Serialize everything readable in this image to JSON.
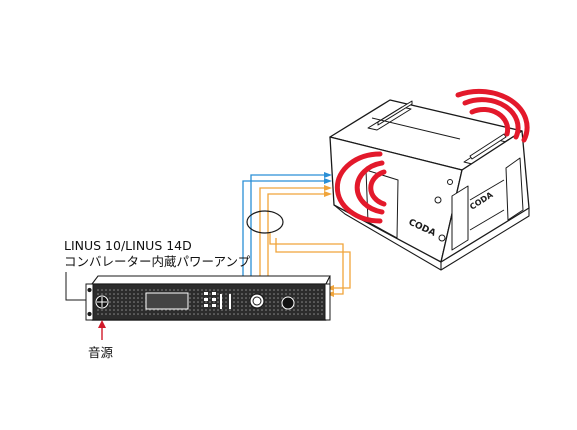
{
  "amplifier": {
    "model_label": "LINUS 10/LINUS 14D",
    "description_label": "コンバレーター内蔵パワーアンプ"
  },
  "source": {
    "label": "音源"
  },
  "speaker": {
    "logo_front": "CODA",
    "logo_side": "CODA"
  },
  "colors": {
    "cable_blue": "#2a8fd6",
    "cable_orange": "#f0a43a",
    "sound_wave": "#e3192b",
    "input_arrow": "#d11a2a",
    "outline": "#1a1a1a"
  }
}
